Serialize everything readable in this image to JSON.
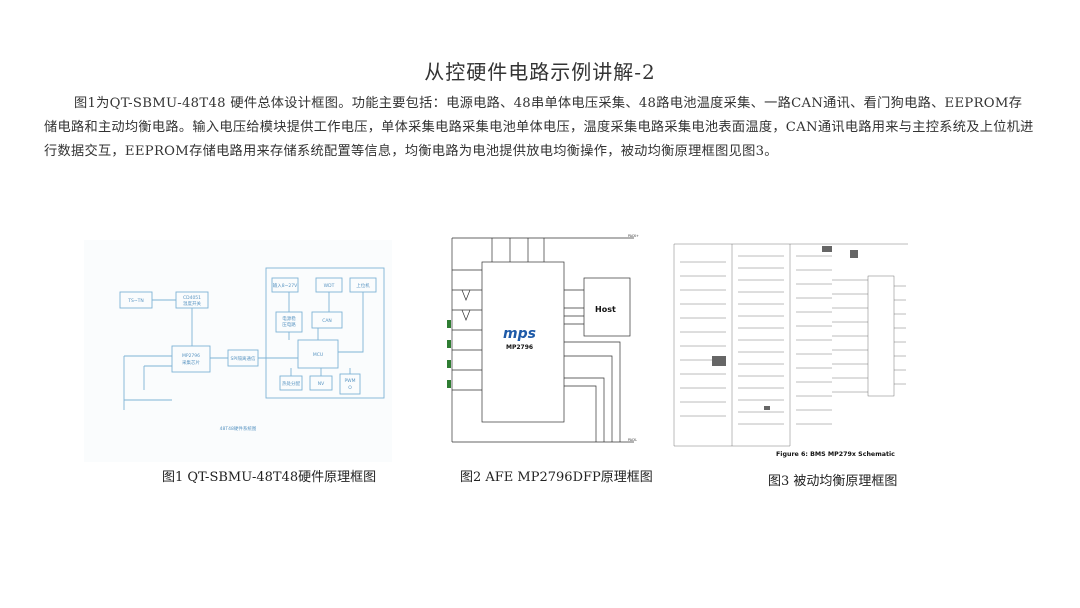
{
  "title": "从控硬件电路示例讲解-2",
  "paragraph": "图1为QT-SBMU-48T48 硬件总体设计框图。功能主要包括：电源电路、48串单体电压采集、48路电池温度采集、一路CAN通讯、看门狗电路、EEPROM存储电路和主动均衡电路。输入电压给模块提供工作电压，单体采集电路采集电池单体电压，温度采集电路采集电池表面温度，CAN通讯电路用来与主控系统及上位机进行数据交互，EEPROM存储电路用来存储系统配置等信息，均衡电路为电池提供放电均衡操作，被动均衡原理框图见图3。",
  "figures": {
    "fig1": {
      "caption": "图1 QT-SBMU-48T48硬件原理框图",
      "blocks": {
        "ts": "TS~TN",
        "cd4051": "CD4051\n温度开关",
        "input": "输入8~27V",
        "wdt": "WDT",
        "host": "上位机",
        "power": "电源稳\n压电路",
        "can": "CAN",
        "mp2796": "MP2796\n采集芯片",
        "spi": "SPI隔离通信",
        "mcu": "MCU",
        "temp": "热处分配",
        "nv": "NV",
        "pwm": "PWM\nO"
      },
      "footer": "48T48硬件系统图"
    },
    "fig2": {
      "caption": "图2 AFE MP2796DFP原理框图",
      "chip_logo": "mps",
      "chip_name": "MP2796",
      "host": "Host",
      "pack_plus": "PACK+",
      "pack_minus": "PACK-"
    },
    "fig3": {
      "caption": "图3 被动均衡原理框图",
      "schematic_title": "Figure 6: BMS MP279x Schematic"
    }
  }
}
